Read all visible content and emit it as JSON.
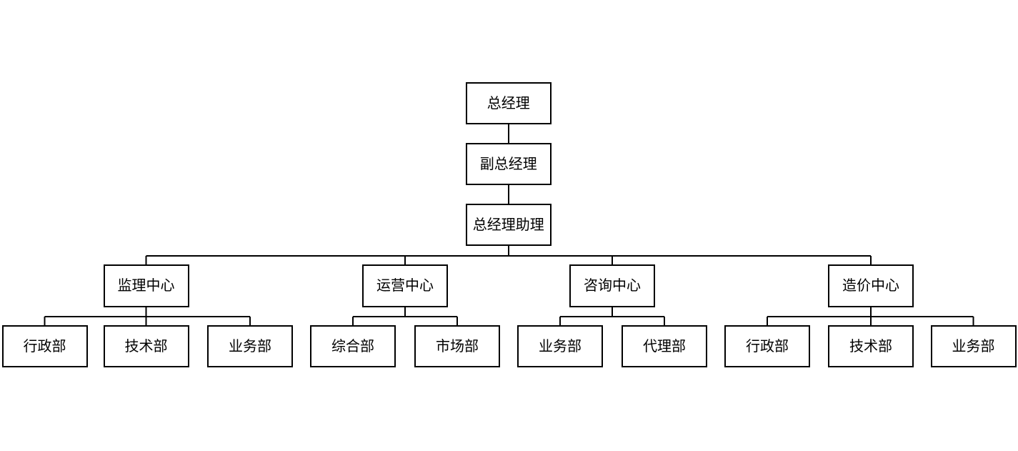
{
  "page": {
    "background_color": "#ffffff"
  },
  "diagram": {
    "type": "org-chart",
    "line_color": "#000000",
    "box_border_color": "#000000",
    "box_fill_color": "#ffffff",
    "text_color": "#000000",
    "chain": [
      "总经理",
      "副总经理",
      "总经理助理"
    ],
    "groups": [
      {
        "label": "监理中心",
        "children": [
          "行政部",
          "技术部",
          "业务部"
        ]
      },
      {
        "label": "运营中心",
        "children": [
          "综合部",
          "市场部"
        ]
      },
      {
        "label": "咨询中心",
        "children": [
          "业务部",
          "代理部"
        ]
      },
      {
        "label": "造价中心",
        "children": [
          "行政部",
          "技术部",
          "业务部"
        ]
      }
    ]
  }
}
